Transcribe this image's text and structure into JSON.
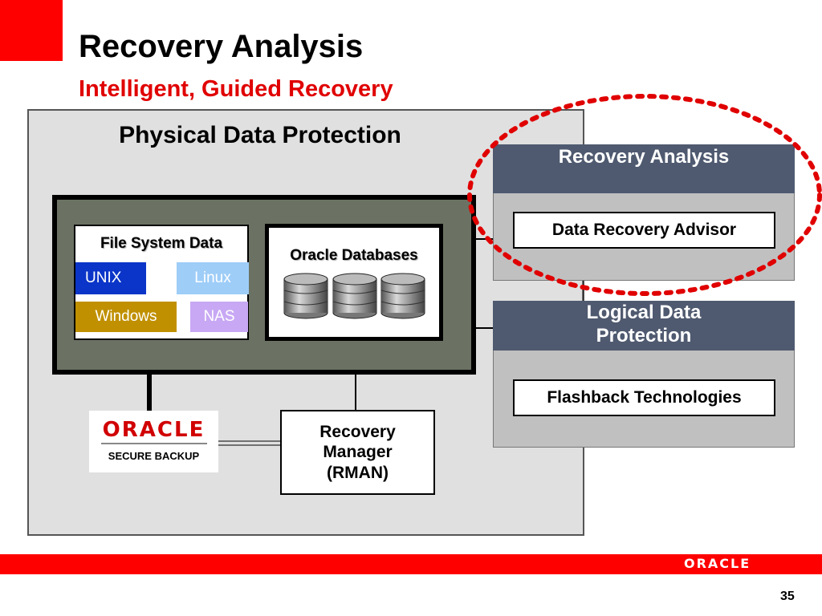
{
  "slide": {
    "title": "Recovery Analysis",
    "subtitle": "Intelligent, Guided Recovery",
    "page_number": "35",
    "footer_logo": "ORACLE"
  },
  "diagram": {
    "outer_title": "Physical Data Protection",
    "file_system": {
      "title": "File System Data",
      "platforms": [
        "UNIX",
        "Linux",
        "Windows",
        "NAS"
      ]
    },
    "databases": {
      "title": "Oracle Databases"
    },
    "secure_backup": {
      "brand": "ORACLE",
      "label": "SECURE BACKUP"
    },
    "rman": {
      "lines": [
        "Recovery",
        "Manager",
        "(RMAN)"
      ]
    },
    "recovery_analysis": {
      "heading": "Recovery Analysis",
      "item": "Data Recovery Advisor"
    },
    "logical_protection": {
      "heading_lines": [
        "Logical Data",
        "Protection"
      ],
      "item": "Flashback Technologies"
    }
  },
  "colors": {
    "accent_red": "#ff0000",
    "subtitle_red": "#e00000",
    "panel_header": "#4f5a70",
    "inner_box": "#6b7263",
    "unix": "#0b35c8",
    "linux": "#9ecdf8",
    "windows": "#c09000",
    "nas": "#c8a8f4"
  }
}
